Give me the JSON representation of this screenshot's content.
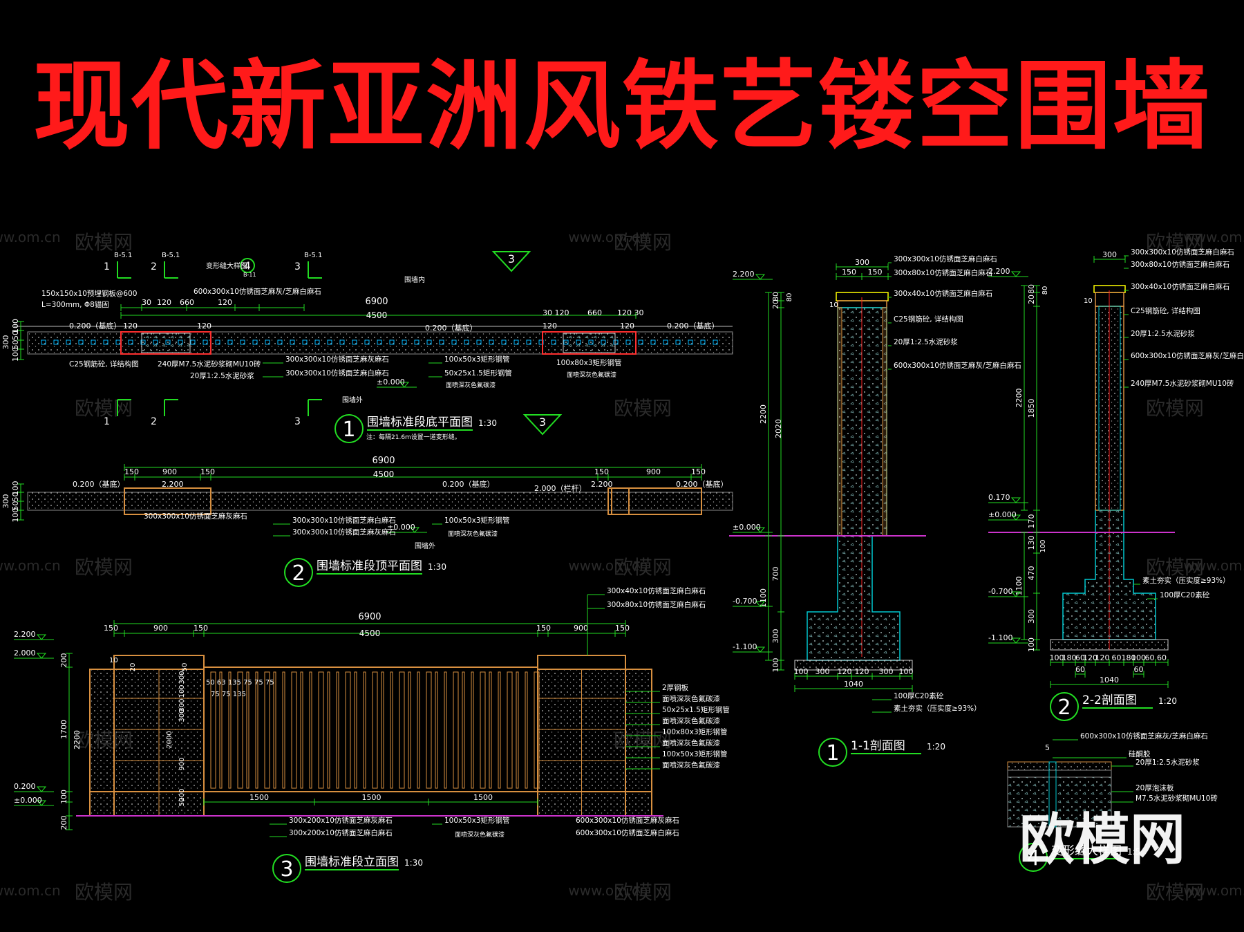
{
  "title": "现代新亚洲风铁艺镂空围墙",
  "watermark": {
    "brand": "欧模网",
    "site": "www.om.cn"
  },
  "colors": {
    "background": "#000000",
    "title": "#ff1a1a",
    "dim": "#22dd22",
    "wall": "#d89040",
    "hatch": "#00c8d0",
    "text": "#ffffff",
    "ground": "#cc33cc"
  },
  "views": {
    "plan_bottom": {
      "num": "1",
      "name": "围墙标准段底平面图",
      "scale": "1:30",
      "note": "注：每隔21.6m设置一道变形缝。",
      "inside": "围墙内",
      "outside": "围墙外",
      "mark_3": "3",
      "dims_top": [
        "30",
        "120",
        "660",
        "120",
        "30",
        "6900",
        "4500",
        "30",
        "120",
        "660",
        "120",
        "30",
        "120",
        "120",
        "120",
        "120"
      ],
      "dims_side": [
        "100",
        "50",
        "50",
        "100",
        "300"
      ],
      "levels": [
        "0.200（基底）",
        "0.200（基底）",
        "0.200（基底）",
        "±0.000"
      ],
      "notes": [
        "150x150x10预埋钢板@600",
        "L=300mm, Φ8锚固",
        "变形缝大样图",
        "600x300x10仿锈面芝麻灰/芝麻白麻石",
        "C25钢筋砼, 详结构图",
        "240厚M7.5水泥砂浆砌MU10砖",
        "20厚1:2.5水泥砂浆",
        "300x300x10仿锈面芝麻灰麻石",
        "300x300x10仿锈面芝麻白麻石",
        "100x50x3矩形钢管",
        "50x25x1.5矩形钢管",
        "100x80x3矩形钢管",
        "面喷深灰色氟碳漆"
      ],
      "sections": [
        "1",
        "2",
        "3",
        "1",
        "2",
        "3"
      ],
      "refs": [
        "B-5.1",
        "B-5.1",
        "B-5.1",
        "4",
        "B-11"
      ]
    },
    "plan_top": {
      "num": "2",
      "name": "围墙标准段顶平面图",
      "scale": "1:30",
      "inside": "围墙内",
      "outside": "围墙外",
      "dims_top": [
        "150",
        "900",
        "150",
        "6900",
        "4500",
        "150",
        "900",
        "150"
      ],
      "dims_side": [
        "100",
        "50",
        "50",
        "100",
        "300"
      ],
      "levels": [
        "0.200（基底）",
        "2.200",
        "0.200（基底）",
        "2.000（栏杆）",
        "2.200",
        "0.200（基底）",
        "±0.000"
      ],
      "notes": [
        "300x300x10仿锈面芝麻灰麻石",
        "300x300x10仿锈面芝麻白麻石",
        "300x300x10仿锈面芝麻灰麻石",
        "100x50x3矩形钢管",
        "面喷深灰色氟碳漆"
      ]
    },
    "elevation": {
      "num": "3",
      "name": "围墙标准段立面图",
      "scale": "1:30",
      "dims_top": [
        "150",
        "900",
        "150",
        "6900",
        "4500",
        "150",
        "900",
        "150"
      ],
      "dims_left": [
        "200",
        "2200",
        "1700",
        "200",
        "100",
        "200",
        "10",
        "20",
        "50"
      ],
      "dims_post": [
        "300",
        "300",
        "100",
        "300",
        "2000",
        "900",
        "200",
        "50"
      ],
      "dims_bar": [
        "50",
        "63",
        "135",
        "75",
        "75",
        "75",
        "75",
        "75",
        "135"
      ],
      "dims_bottom": [
        "1500",
        "1500",
        "1500"
      ],
      "levels": [
        "2.200",
        "2.000",
        "0.200",
        "±0.000"
      ],
      "notes_top": [
        "300x40x10仿锈面芝麻白麻石",
        "300x80x10仿锈面芝麻白麻石"
      ],
      "notes_right": [
        "2厚钢板",
        "面喷深灰色氟碳漆",
        "50x25x1.5矩形钢管",
        "面喷深灰色氟碳漆",
        "100x80x3矩形钢管",
        "面喷深灰色氟碳漆",
        "100x50x3矩形钢管",
        "面喷深灰色氟碳漆"
      ],
      "notes_bottom": [
        "300x200x10仿锈面芝麻灰麻石",
        "300x200x10仿锈面芝麻白麻石",
        "100x50x3矩形钢管",
        "面喷深灰色氟碳漆",
        "600x300x10仿锈面芝麻灰麻石",
        "600x300x10仿锈面芝麻白麻石"
      ]
    },
    "section_1": {
      "num": "1",
      "name": "1-1剖面图",
      "scale": "1:20",
      "dims_top": [
        "300",
        "150",
        "150"
      ],
      "dims_left": [
        "80",
        "80",
        "20",
        "2200",
        "2020",
        "700",
        "1100",
        "300",
        "100"
      ],
      "dims_bottom": [
        "100",
        "300",
        "120",
        "120",
        "300",
        "100",
        "1040"
      ],
      "levels": [
        "2.200",
        "±0.000",
        "-0.700",
        "-1.100"
      ],
      "notes": [
        "300x300x10仿锈面芝麻白麻石",
        "300x80x10仿锈面芝麻白麻石",
        "300x40x10仿锈面芝麻白麻石",
        "C25钢筋砼, 详结构图",
        "20厚1:2.5水泥砂浆",
        "600x300x10仿锈面芝麻灰/芝麻白麻石",
        "100厚C20素砼",
        "素土夯实（压实度≥93%）"
      ],
      "mark_10": "10"
    },
    "section_2": {
      "num": "2",
      "name": "2-2剖面图",
      "scale": "1:20",
      "dims_top": [
        "300"
      ],
      "dims_left": [
        "80",
        "80",
        "20",
        "2200",
        "1850",
        "170",
        "130",
        "100",
        "470",
        "1100",
        "300",
        "100"
      ],
      "dims_bottom": [
        "100",
        "180",
        "60",
        "120",
        "120",
        "60",
        "180",
        "100",
        "60",
        "60",
        "1040"
      ],
      "levels": [
        "2.200",
        "0.170",
        "±0.000",
        "-0.700",
        "-1.100"
      ],
      "notes": [
        "300x300x10仿锈面芝麻白麻石",
        "300x80x10仿锈面芝麻白麻石",
        "300x40x10仿锈面芝麻白麻石",
        "C25钢筋砼, 详结构图",
        "20厚1:2.5水泥砂浆",
        "600x300x10仿锈面芝麻灰/芝麻白麻石",
        "240厚M7.5水泥砂浆砌MU10砖",
        "素土夯实（压实度≥93%）",
        "100厚C20素砼"
      ],
      "mark_10": "10"
    },
    "detail_4": {
      "num": "4",
      "name": "变形缝大样图",
      "scale": "1:5",
      "dim": "5",
      "notes": [
        "硅酮胶",
        "600x300x10仿锈面芝麻灰/芝麻白麻石",
        "20厚1:2.5水泥砂浆",
        "20厚泡沫板",
        "M7.5水泥砂浆砌MU10砖"
      ]
    }
  }
}
